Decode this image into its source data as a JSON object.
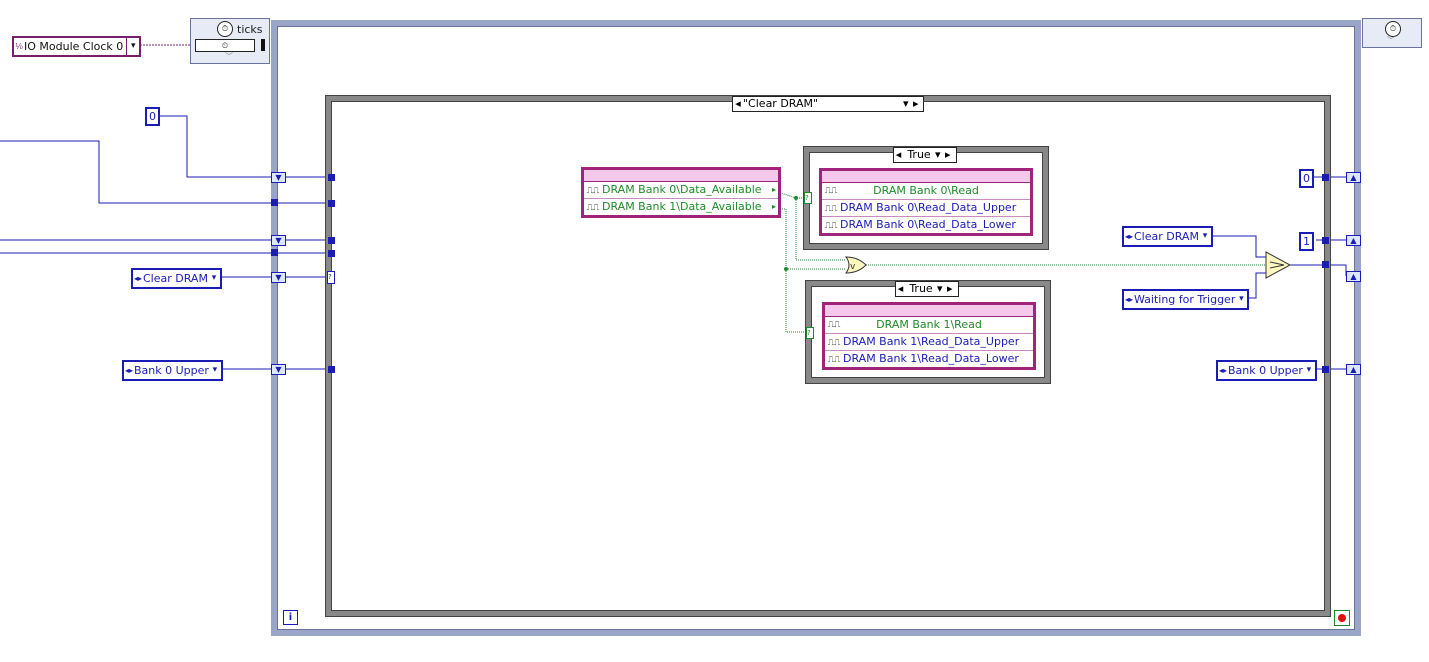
{
  "timing": {
    "clock_label": "IO Module Clock 0",
    "ticks_label": "ticks",
    "stop_icon": "stop-icon",
    "iteration_label": "i"
  },
  "left_constants": {
    "zero": "0",
    "state_enum": "Clear DRAM",
    "bank_enum": "Bank 0 Upper"
  },
  "case_structure": {
    "selector_label": "\"Clear DRAM\""
  },
  "read_node": {
    "rows": [
      "DRAM Bank 0\\Data_Available",
      "DRAM Bank 1\\Data_Available"
    ]
  },
  "inner_case_top": {
    "selector_label": "True",
    "rows": [
      "DRAM Bank 0\\Read",
      "DRAM Bank 0\\Read_Data_Upper",
      "DRAM Bank 0\\Read_Data_Lower"
    ]
  },
  "inner_case_bottom": {
    "selector_label": "True",
    "rows": [
      "DRAM Bank 1\\Read",
      "DRAM Bank 1\\Read_Data_Upper",
      "DRAM Bank 1\\Read_Data_Lower"
    ]
  },
  "right_constants": {
    "zero": "0",
    "one": "1",
    "clear_enum": "Clear DRAM",
    "waiting_enum": "Waiting for Trigger",
    "bank_enum": "Bank 0 Upper"
  },
  "colors": {
    "enum_blue": "#1b1bb5",
    "fpga_pink": "#a0247a",
    "boolean_green": "#1f8a2a",
    "clock_purple": "#7a1f6e"
  }
}
